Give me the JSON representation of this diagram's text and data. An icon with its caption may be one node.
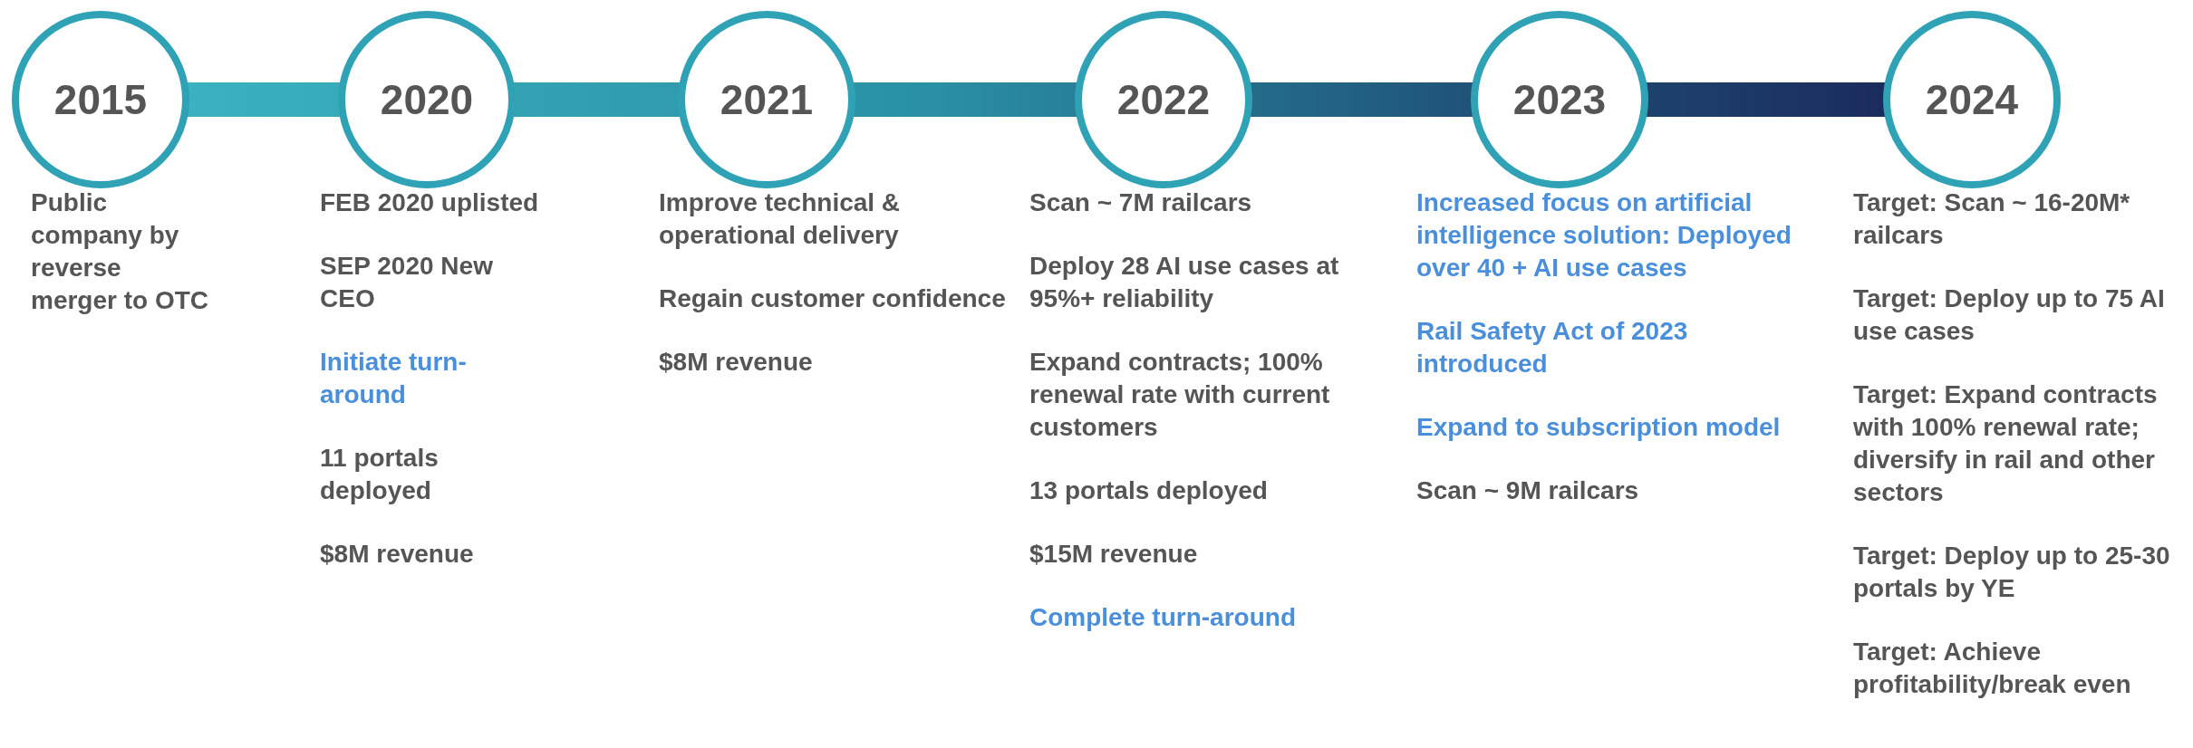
{
  "diagram": {
    "nodes": [
      {
        "text": [
          "2015"
        ],
        "beside": [
          "Public company by reverse merger to OTC"
        ]
      },
      {
        "text": [
          "2020"
        ],
        "beside": [
          "FEB 2020 uplisted",
          "SEP 2020 New CEO",
          "Initiate turn-around",
          "11 portals deployed",
          "$8M revenue"
        ]
      },
      {
        "text": [
          "2021"
        ],
        "beside": [
          "Improve technical & operational delivery",
          "Regain customer confidence",
          "$8M revenue"
        ]
      },
      {
        "text": [
          "2022"
        ],
        "beside": [
          "Scan ~ 7M railcars",
          "Deploy 28 AI use cases at 95%+ reliability",
          "Expand contracts; 100% renewal rate with current customers",
          "13 portals deployed",
          "$15M revenue",
          "Complete turn-around"
        ]
      },
      {
        "text": [
          "2023"
        ],
        "beside": [
          "Increased focus on artificial intelligence solution: Deployed over 40 + AI use cases",
          "Rail Safety Act of 2023 introduced",
          "Expand to subscription model",
          "Scan ~ 9M railcars"
        ]
      },
      {
        "text": [
          "2024"
        ],
        "beside": [
          "Target: Scan ~ 16-20M* railcars",
          "Target: Deploy up to 75 AI use cases",
          "Target: Expand contracts with 100% renewal rate; diversify in rail and other sectors",
          "Target: Deploy up to 25-30 portals by YE",
          "Target: Achieve profitability/break even"
        ]
      }
    ],
    "edges": [
      {
        "from": 0,
        "to": 1,
        "arrow": "none"
      },
      {
        "from": 1,
        "to": 2,
        "arrow": "none"
      },
      {
        "from": 2,
        "to": 3,
        "arrow": "none"
      },
      {
        "from": 3,
        "to": 4,
        "arrow": "none"
      },
      {
        "from": 4,
        "to": 5,
        "arrow": "none"
      }
    ]
  }
}
